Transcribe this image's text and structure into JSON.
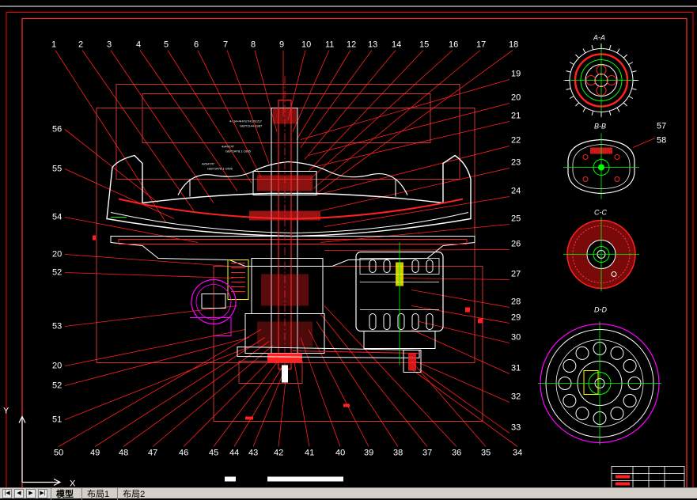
{
  "callouts": {
    "top": [
      "1",
      "2",
      "3",
      "4",
      "5",
      "6",
      "7",
      "8",
      "9",
      "10",
      "11",
      "12",
      "13",
      "14",
      "15",
      "16",
      "17",
      "18"
    ],
    "right": [
      "19",
      "20",
      "21",
      "22",
      "23",
      "24",
      "25",
      "26",
      "27",
      "28",
      "29",
      "30",
      "31",
      "32",
      "33"
    ],
    "bottom": [
      "50",
      "49",
      "48",
      "47",
      "46",
      "45",
      "44",
      "43",
      "42",
      "41",
      "40",
      "39",
      "38",
      "37",
      "36",
      "35",
      "34"
    ],
    "left": [
      "56",
      "55",
      "54",
      "20",
      "52",
      "53",
      "20",
      "52",
      "51"
    ]
  },
  "section_labels": [
    "A-A",
    "B-B",
    "C-C",
    "D-D",
    "57",
    "58"
  ],
  "ucs": {
    "y": "Y",
    "x": "X"
  },
  "tabs": [
    "模型",
    "布局1",
    "布局2"
  ],
  "colors": {
    "background": "#000000",
    "border": "#ff0000",
    "outline": "#ffffff",
    "hatch": "#ff2020",
    "green": "#00ff00",
    "magenta": "#ff00ff",
    "yellow": "#ffff00",
    "cyan": "#00ffff"
  }
}
